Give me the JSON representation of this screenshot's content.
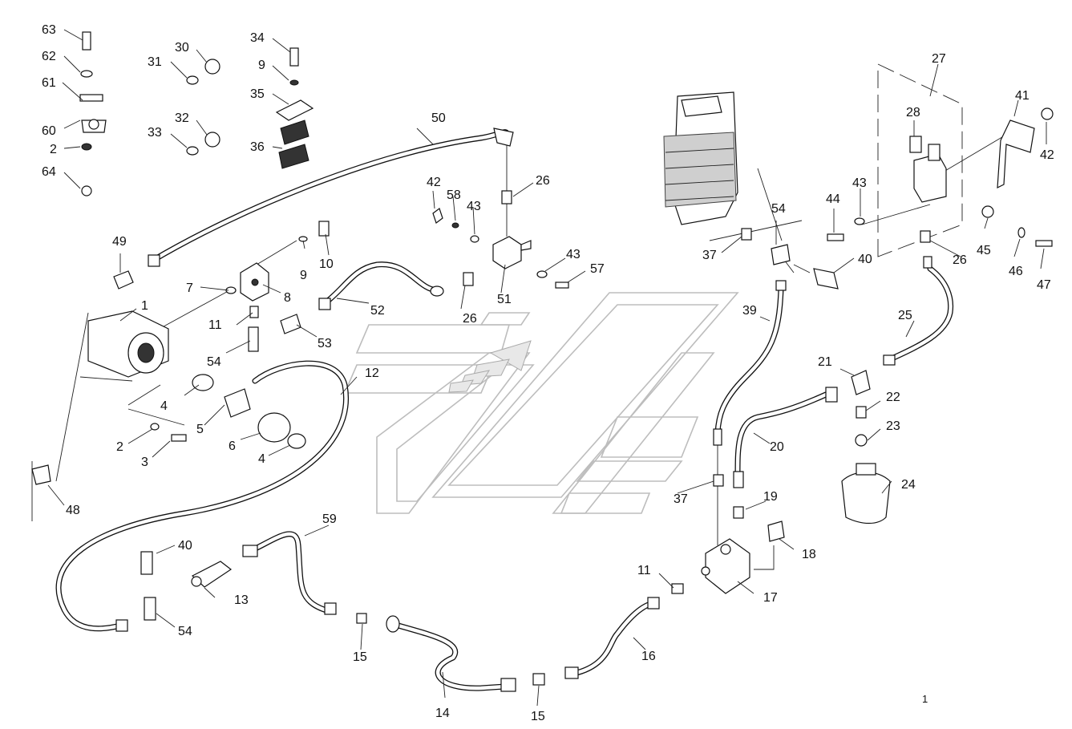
{
  "diagram": {
    "page_number": "1",
    "callouts": [
      "63",
      "62",
      "61",
      "60",
      "2",
      "64",
      "30",
      "31",
      "32",
      "33",
      "34",
      "9",
      "35",
      "36",
      "50",
      "49",
      "10",
      "9",
      "7",
      "8",
      "11",
      "1",
      "54",
      "53",
      "52",
      "26",
      "42",
      "58",
      "43",
      "26",
      "51",
      "43",
      "57",
      "12",
      "4",
      "5",
      "6",
      "4",
      "2",
      "3",
      "48",
      "59",
      "40",
      "13",
      "54",
      "15",
      "14",
      "15",
      "16",
      "11",
      "17",
      "18",
      "19",
      "37",
      "39",
      "20",
      "37",
      "54",
      "40",
      "21",
      "22",
      "23",
      "24",
      "25",
      "26",
      "27",
      "28",
      "41",
      "42",
      "43",
      "44",
      "45",
      "46",
      "47"
    ]
  }
}
